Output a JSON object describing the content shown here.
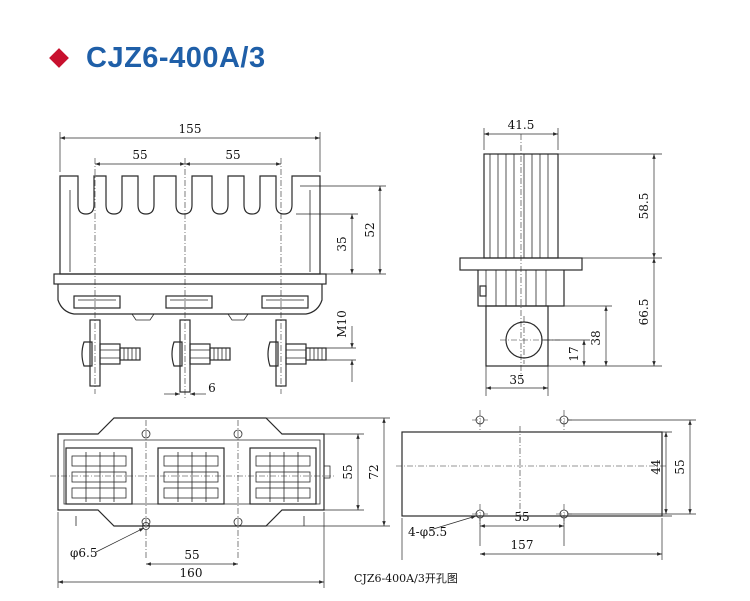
{
  "header": {
    "title": "CJZ6-400A/3",
    "diamond_color": "#c8102e",
    "title_color": "#1f5fa8"
  },
  "front_view": {
    "overall_width": "155",
    "pitch_left": "55",
    "pitch_right": "55",
    "height_inner": "35",
    "height_outer": "52",
    "bolt": "M10",
    "pin": "6"
  },
  "side_view": {
    "width_top": "41.5",
    "height_upper": "58.5",
    "height_lower": "66.5",
    "hole_height": "38",
    "hole_center": "17",
    "lug_width": "35"
  },
  "bottom_view": {
    "hole_dia": "φ6.5",
    "pitch": "55",
    "overall_width": "160",
    "height_inner": "55",
    "height_outer": "72"
  },
  "cutout": {
    "holes": "4-φ5.5",
    "pitch": "55",
    "overall_width": "157",
    "height_inner": "44",
    "height_outer": "55",
    "caption": "CJZ6-400A/3开孔图"
  }
}
